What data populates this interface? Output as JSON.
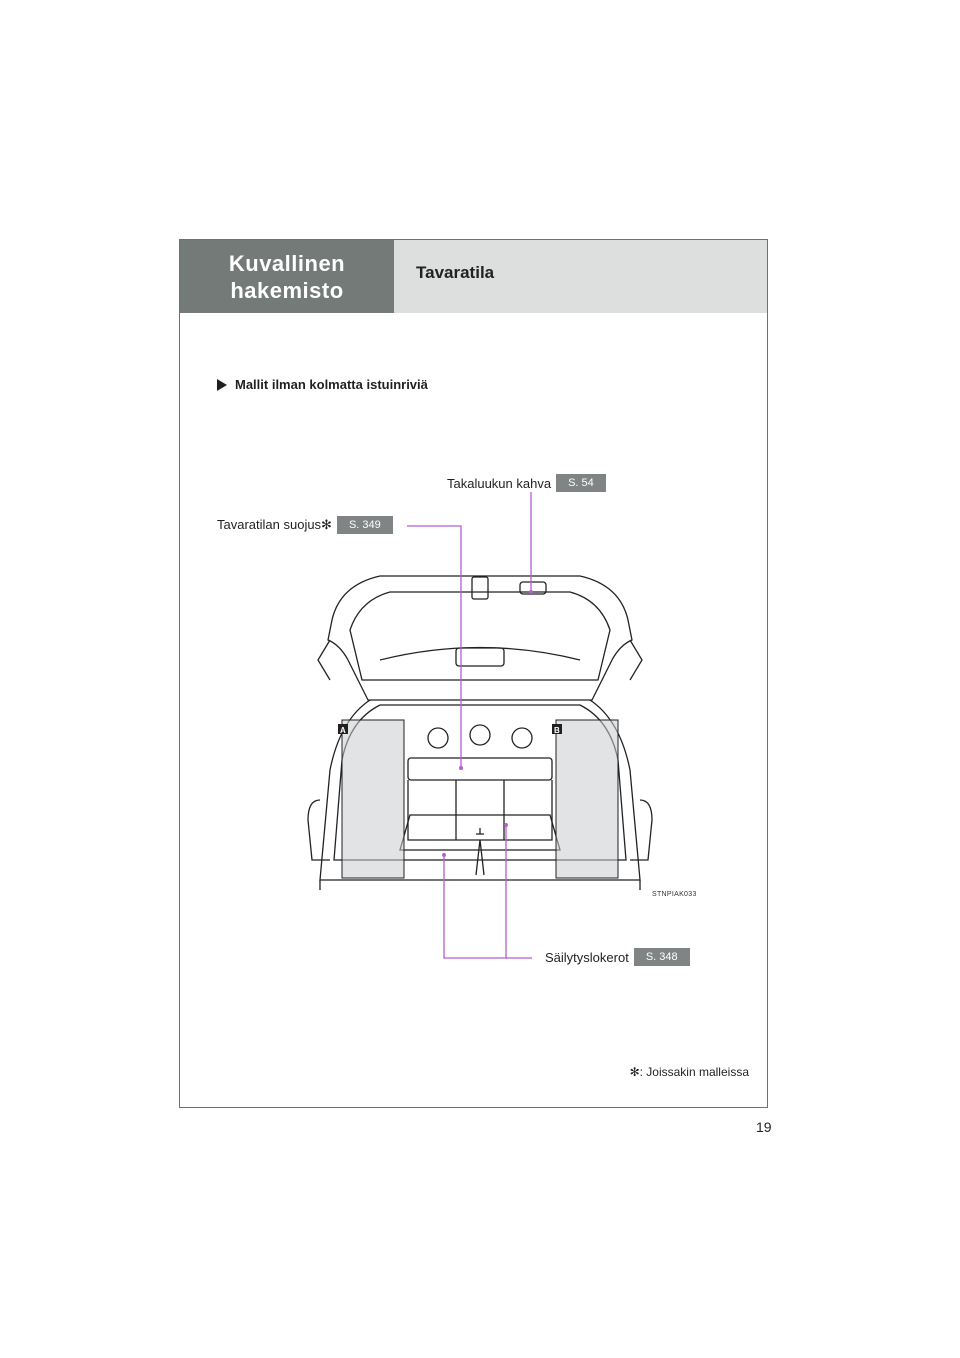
{
  "header": {
    "section_line1": "Kuvallinen",
    "section_line2": "hakemisto",
    "title": "Tavaratila"
  },
  "subsection": "Mallit ilman kolmatta istuinriviä",
  "callouts": {
    "tailgate_handle": {
      "label": "Takaluukun kahva",
      "ref": "S. 54"
    },
    "tonneau_cover": {
      "label": "Tavaratilan suojus✻",
      "ref": "S. 349"
    },
    "storage": {
      "label": "Säilytyslokerot",
      "ref": "S. 348"
    }
  },
  "illustration": {
    "code": "STNPIAK033",
    "marker_a": "A",
    "marker_b": "B"
  },
  "footnote": "✻: Joissakin malleissa",
  "page_number": "19",
  "colors": {
    "leader": "#b45fd0",
    "tab": "#737a78",
    "ref_box": "#808485"
  }
}
